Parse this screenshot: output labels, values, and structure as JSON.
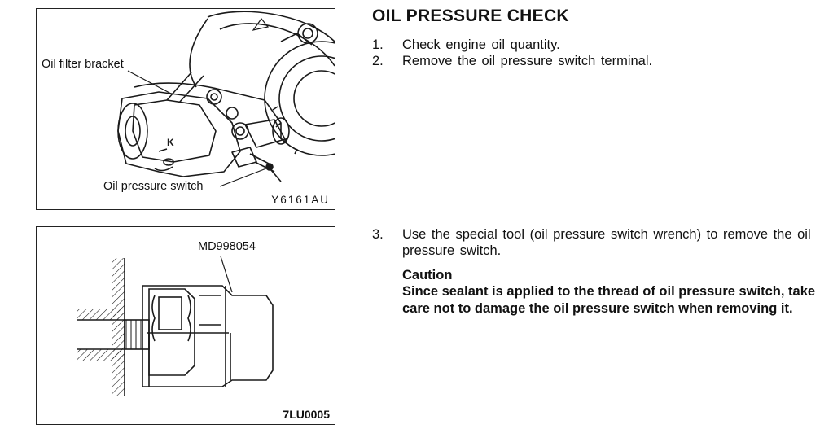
{
  "section": {
    "title": "OIL PRESSURE CHECK"
  },
  "figures": [
    {
      "id": "Y6161AU",
      "callouts": [
        "Oil filter bracket",
        "Oil pressure switch"
      ]
    },
    {
      "id": "7LU0005",
      "callouts": [
        "MD998054"
      ]
    }
  ],
  "steps": [
    {
      "num": "1.",
      "text": "Check engine oil quantity."
    },
    {
      "num": "2.",
      "text": "Remove the oil pressure switch terminal."
    },
    {
      "num": "3.",
      "text": "Use the special tool (oil pressure switch wrench) to remove the oil pressure switch."
    }
  ],
  "caution": {
    "heading": "Caution",
    "text": "Since sealant is applied to the thread of oil pressure switch, take care not to damage the oil pressure switch when removing it."
  }
}
